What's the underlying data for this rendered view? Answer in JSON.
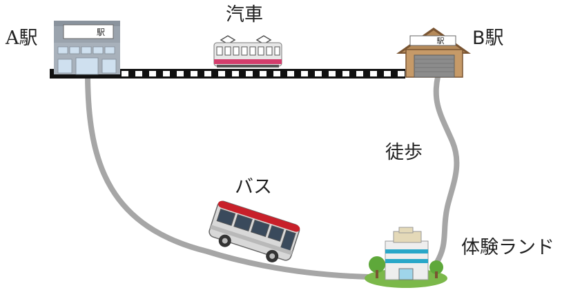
{
  "labels": {
    "station_a": "A駅",
    "station_b": "B駅",
    "train": "汽車",
    "bus": "バス",
    "walk": "徒歩",
    "destination": "体験ランド"
  },
  "signs": {
    "station_a_sign": "駅",
    "station_b_sign": "駅"
  },
  "icons": {
    "station_a": "modern-station-building-icon",
    "station_b": "wooden-station-house-icon",
    "train": "train-car-icon",
    "bus": "bus-icon",
    "destination": "building-with-trees-icon"
  },
  "colors": {
    "route": "#a6a6a6",
    "rail_black": "#111111",
    "rail_white": "#ffffff",
    "train_accent": "#d33d6c",
    "bus_red": "#c8202a",
    "grass": "#7bb84a"
  }
}
